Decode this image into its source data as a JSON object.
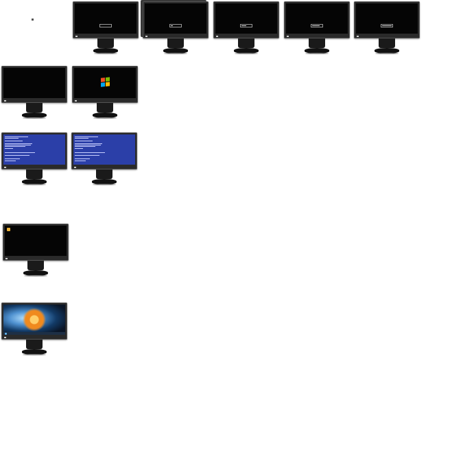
{
  "page": {
    "background": "#ffffff",
    "marker_icon": "square-dot-icon"
  },
  "rows": [
    {
      "name": "boot-sequence",
      "monitors": [
        {
          "state": "boot-progress",
          "progress": 0.0
        },
        {
          "state": "boot-progress",
          "progress": 0.25
        },
        {
          "state": "boot-progress",
          "progress": 0.5
        },
        {
          "state": "boot-progress",
          "progress": 0.75
        },
        {
          "state": "boot-progress",
          "progress": 1.0
        }
      ]
    },
    {
      "name": "startup",
      "monitors": [
        {
          "state": "black-screen"
        },
        {
          "state": "windows-logo",
          "icon": "windows-flag-icon"
        }
      ]
    },
    {
      "name": "error",
      "monitors": [
        {
          "state": "blue-screen"
        },
        {
          "state": "blue-screen"
        }
      ]
    },
    {
      "name": "desktop-loading",
      "monitors": [
        {
          "state": "black-screen-with-corner-icon",
          "icon": "windows-corner-icon"
        }
      ]
    },
    {
      "name": "desktop",
      "monitors": [
        {
          "state": "desktop-wallpaper",
          "icon": "wallpaper-image"
        }
      ]
    }
  ],
  "colors": {
    "bezel": "#2a2a2a",
    "screen_off": "#050505",
    "bsod_blue": "#2b3fa8",
    "win_red": "#f25022",
    "win_green": "#7fba00",
    "win_blue": "#00a4ef",
    "win_yellow": "#ffb900"
  }
}
